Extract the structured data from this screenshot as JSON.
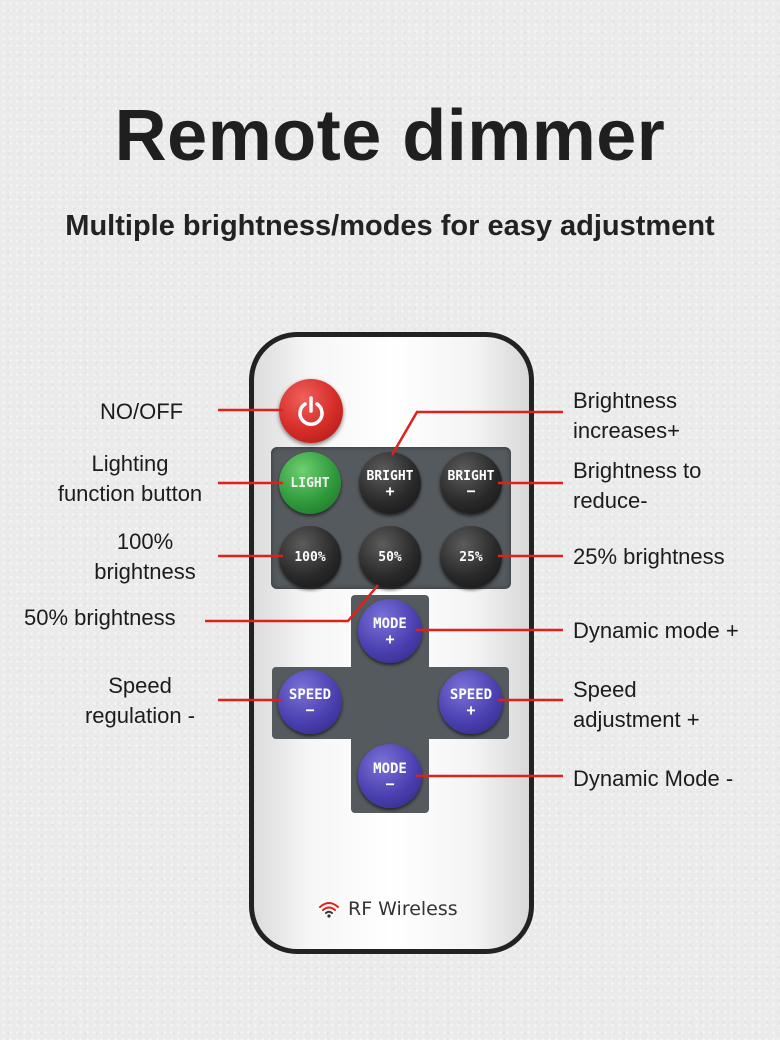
{
  "title": "Remote dimmer",
  "subtitle": "Multiple brightness/modes for easy adjustment",
  "remote": {
    "buttons": {
      "light": "LIGHT",
      "bright": "BRIGHT",
      "plus": "+",
      "minus": "−",
      "pct100": "100%",
      "pct50": "50%",
      "pct25": "25%",
      "mode": "MODE",
      "speed": "SPEED"
    },
    "rf_label": "RF Wireless"
  },
  "labels": {
    "power": "NO/OFF",
    "light_line1": "Lighting",
    "light_line2": "function button",
    "p100_line1": "100%",
    "p100_line2": "brightness",
    "p50": "50% brightness",
    "speed_minus_line1": "Speed",
    "speed_minus_line2": "regulation -",
    "bright_up_line1": "Brightness",
    "bright_up_line2": "increases+",
    "bright_down_line1": "Brightness to",
    "bright_down_line2": "reduce-",
    "p25": "25% brightness",
    "mode_plus": "Dynamic mode +",
    "speed_plus_line1": "Speed",
    "speed_plus_line2": "adjustment +",
    "mode_minus": "Dynamic Mode -"
  },
  "colors": {
    "leader_line": "#e0201b",
    "power_button": "#d52c28",
    "light_button": "#2f9a3c",
    "blue_button": "#4a40b0",
    "panel": "#555a5e"
  },
  "icons": [
    "power-icon",
    "wifi-icon"
  ]
}
